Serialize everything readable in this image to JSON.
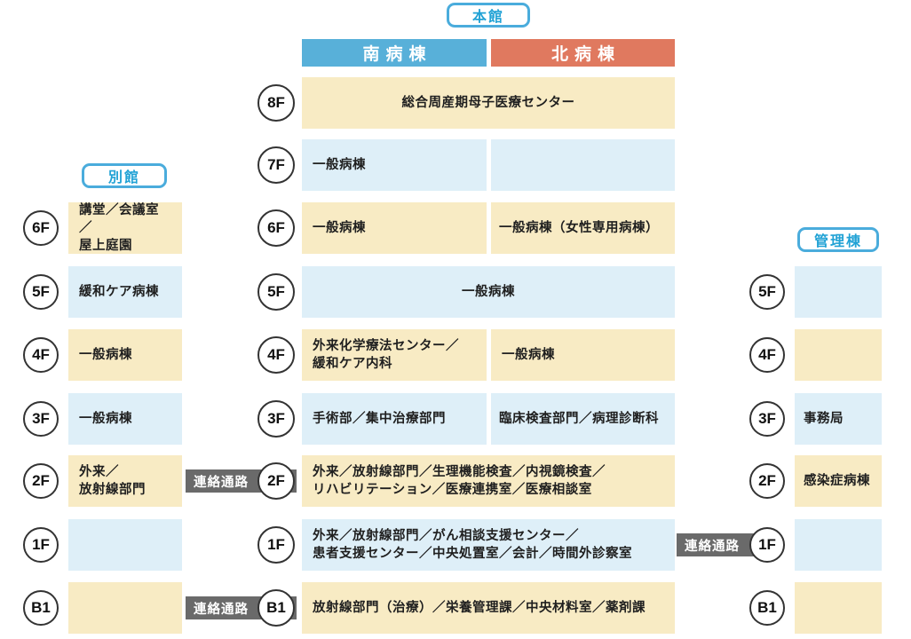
{
  "legend": {
    "main_badge": "本館",
    "annex_badge": "別館",
    "admin_badge": "管理棟",
    "south_header": "南病棟",
    "north_header": "北病棟",
    "corridor": "連絡通路"
  },
  "colors": {
    "cream": "#F8EBC4",
    "light_blue": "#DEEFF8",
    "south_blue": "#58B0D9",
    "north_red": "#E0795F",
    "badge_blue": "#21A2D5",
    "corridor_gray": "#6A6A6A"
  },
  "annex": {
    "floors": [
      {
        "id": "6F",
        "text": "講堂／会議室／\n屋上庭園"
      },
      {
        "id": "5F",
        "text": "緩和ケア病棟"
      },
      {
        "id": "4F",
        "text": "一般病棟"
      },
      {
        "id": "3F",
        "text": "一般病棟"
      },
      {
        "id": "2F",
        "text": "外来／\n放射線部門"
      },
      {
        "id": "1F",
        "text": ""
      },
      {
        "id": "B1",
        "text": ""
      }
    ]
  },
  "main": {
    "floors": [
      {
        "id": "8F",
        "span": "総合周産期母子医療センター"
      },
      {
        "id": "7F",
        "south": "一般病棟",
        "north": ""
      },
      {
        "id": "6F",
        "south": "一般病棟",
        "north": "一般病棟（女性専用病棟）"
      },
      {
        "id": "5F",
        "span": "一般病棟"
      },
      {
        "id": "4F",
        "south": "外来化学療法センター／\n緩和ケア内科",
        "north": "一般病棟"
      },
      {
        "id": "3F",
        "south": "手術部／集中治療部門",
        "north": "臨床検査部門／病理診断科"
      },
      {
        "id": "2F",
        "span": "外来／放射線部門／生理機能検査／内視鏡検査／\nリハビリテーション／医療連携室／医療相談室"
      },
      {
        "id": "1F",
        "span": "外来／放射線部門／がん相談支援センター／\n患者支援センター／中央処置室／会計／時間外診察室"
      },
      {
        "id": "B1",
        "span": "放射線部門（治療）／栄養管理課／中央材料室／薬剤課"
      }
    ]
  },
  "admin": {
    "floors": [
      {
        "id": "5F",
        "text": ""
      },
      {
        "id": "4F",
        "text": ""
      },
      {
        "id": "3F",
        "text": "事務局"
      },
      {
        "id": "2F",
        "text": "感染症病棟"
      },
      {
        "id": "1F",
        "text": ""
      },
      {
        "id": "B1",
        "text": ""
      }
    ]
  }
}
